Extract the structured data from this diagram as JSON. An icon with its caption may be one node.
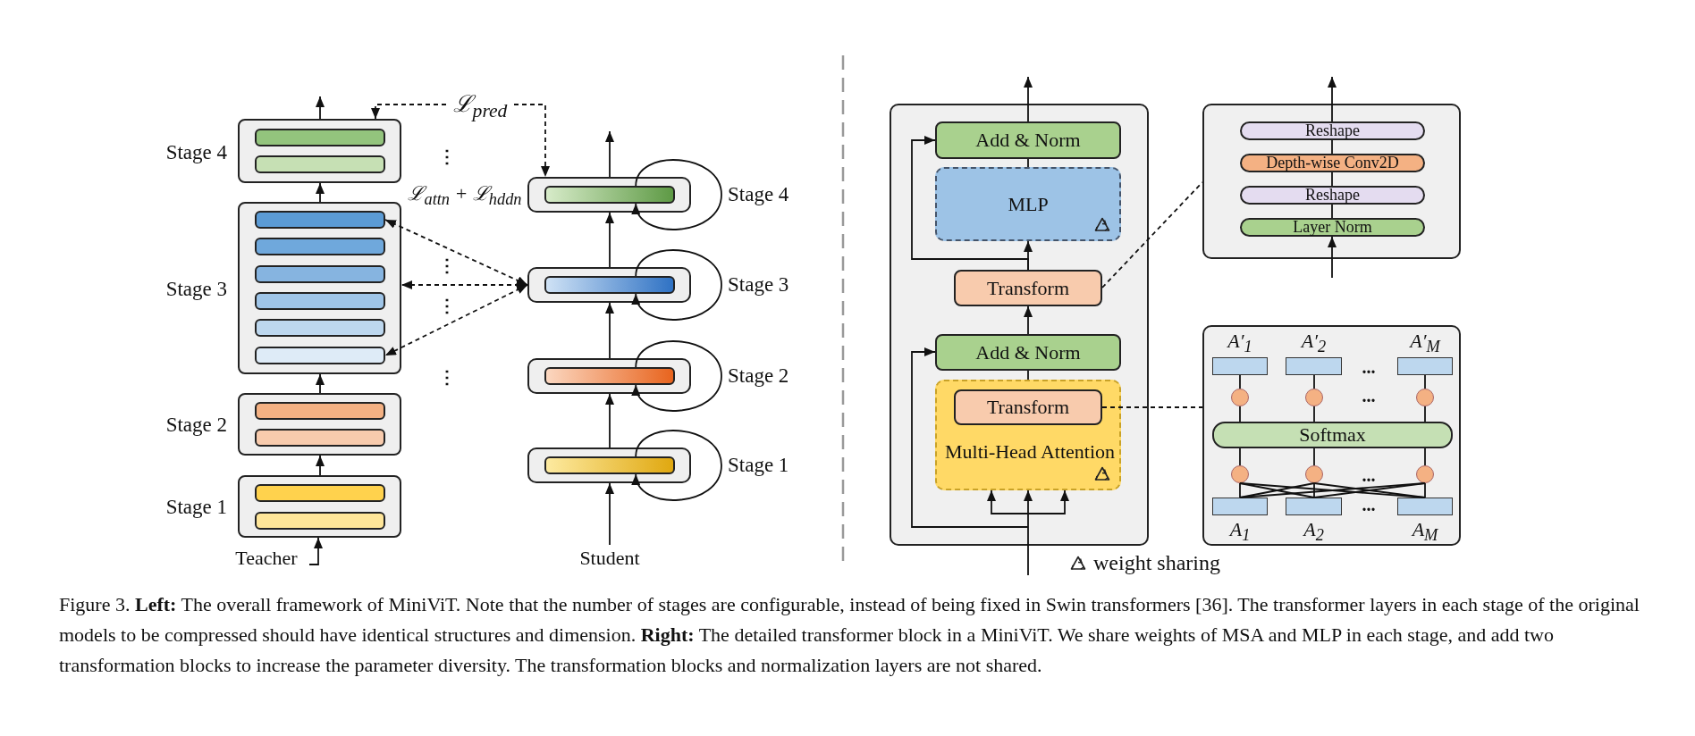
{
  "diagram": {
    "caption": "Figure 3. **Left:** The overall framework of MiniViT. Note that the number of stages are configurable, instead of being fixed in Swin transformers [36]. The transformer layers in each stage of the original models to be compressed should have identical structures and dimension. **Right:** The detailed transformer block in a MiniViT. We share weights of MSA and MLP in each stage, and add two transformation blocks to increase the parameter diversity. The transformation blocks and normalization layers are not shared.",
    "nodes": [
      {
        "text": [
          "Stage 4"
        ]
      },
      {
        "text": [],
        "shape": "bar",
        "in": 0
      },
      {
        "text": [],
        "shape": "bar",
        "in": 0
      },
      {
        "text": [
          "Stage 3"
        ]
      },
      {
        "text": [],
        "shape": "bar",
        "in": 3
      },
      {
        "text": [],
        "shape": "bar",
        "in": 3
      },
      {
        "text": [],
        "shape": "bar",
        "in": 3
      },
      {
        "text": [],
        "shape": "bar",
        "in": 3
      },
      {
        "text": [],
        "shape": "bar",
        "in": 3
      },
      {
        "text": [],
        "shape": "bar",
        "in": 3
      },
      {
        "text": [
          "Stage 2"
        ]
      },
      {
        "text": [],
        "shape": "bar",
        "in": 10
      },
      {
        "text": [],
        "shape": "bar",
        "in": 10
      },
      {
        "text": [
          "Stage 1"
        ]
      },
      {
        "text": [],
        "shape": "bar",
        "in": 13
      },
      {
        "text": [],
        "shape": "bar",
        "in": 13
      },
      {
        "text": [
          "Teacher"
        ]
      },
      {
        "text": [],
        "shape": "box",
        "beside": [
          "Stage 4"
        ]
      },
      {
        "text": [],
        "shape": "bar",
        "in": 17
      },
      {
        "text": [],
        "shape": "box",
        "beside": [
          "Stage 3"
        ]
      },
      {
        "text": [],
        "shape": "bar",
        "in": 19
      },
      {
        "text": [],
        "shape": "box",
        "beside": [
          "Stage 2"
        ]
      },
      {
        "text": [],
        "shape": "bar",
        "in": 21
      },
      {
        "text": [],
        "shape": "box",
        "beside": [
          "Stage 1"
        ]
      },
      {
        "text": [],
        "shape": "bar",
        "in": 23
      },
      {
        "text": [
          "Student"
        ]
      },
      {
        "text": [],
        "shape": "box"
      },
      {
        "text": [
          "Add & Norm"
        ],
        "in": 26
      },
      {
        "text": [
          "MLP"
        ],
        "in": 26
      },
      {
        "text": [
          "Transform"
        ],
        "in": 26
      },
      {
        "text": [
          "Add & Norm"
        ],
        "in": 26
      },
      {
        "text": [
          "Multi-Head Attention"
        ],
        "in": 26
      },
      {
        "text": [
          "Transform"
        ],
        "in": 31
      },
      {
        "text": [],
        "shape": "box"
      },
      {
        "text": [
          "Reshape"
        ],
        "in": 33
      },
      {
        "text": [
          "Depth-wise Conv2D"
        ],
        "in": 33
      },
      {
        "text": [
          "Reshape"
        ],
        "in": 33
      },
      {
        "text": [
          "Layer Norm"
        ],
        "in": 33
      },
      {
        "text": [],
        "shape": "box"
      },
      {
        "text": [
          "A′$_{1}$"
        ],
        "in": 38
      },
      {
        "text": [
          "A′$_{2}$"
        ],
        "in": 38
      },
      {
        "text": [
          "A′$_{M}$"
        ],
        "in": 38
      },
      {
        "text": [],
        "shape": "circle",
        "in": 38
      },
      {
        "text": [],
        "shape": "circle",
        "in": 38
      },
      {
        "text": [],
        "shape": "circle",
        "in": 38
      },
      {
        "text": [
          "Softmax"
        ],
        "in": 38
      },
      {
        "text": [],
        "shape": "circle",
        "in": 38
      },
      {
        "text": [],
        "shape": "circle",
        "in": 38
      },
      {
        "text": [],
        "shape": "circle",
        "in": 38
      },
      {
        "text": [
          "A$_{1}$"
        ],
        "in": 38
      },
      {
        "text": [
          "A$_{2}$"
        ],
        "in": 38
      },
      {
        "text": [
          "A$_{M}$"
        ],
        "in": 38
      }
    ],
    "edges": [
      {
        "from": 16,
        "to": 13,
        "arrow": "to"
      },
      {
        "from": 13,
        "to": 10,
        "arrow": "to"
      },
      {
        "from": 10,
        "to": 3,
        "arrow": "to"
      },
      {
        "from": 3,
        "to": 0,
        "arrow": "to"
      },
      {
        "from": 0,
        "to": null,
        "arrow": "to"
      },
      {
        "from": 25,
        "to": 23,
        "arrow": "to"
      },
      {
        "from": 23,
        "to": 21,
        "arrow": "to"
      },
      {
        "from": 21,
        "to": 19,
        "arrow": "to"
      },
      {
        "from": 19,
        "to": 17,
        "arrow": "to"
      },
      {
        "from": 17,
        "to": null,
        "arrow": "to"
      },
      {
        "from": 18,
        "to": 18,
        "arrow": "to"
      },
      {
        "from": 20,
        "to": 20,
        "arrow": "to"
      },
      {
        "from": 22,
        "to": 22,
        "arrow": "to"
      },
      {
        "from": 24,
        "to": 24,
        "arrow": "to"
      },
      {
        "from": 0,
        "to": 17,
        "arrow": "both",
        "style": "dashed",
        "label": "ℒ$_{pred}$"
      },
      {
        "from": 19,
        "to": 4,
        "arrow": "both",
        "style": "dashed",
        "label": "ℒ$_{attn}$ + ℒ$_{hddn}$"
      },
      {
        "from": 19,
        "to": 3,
        "arrow": "both",
        "style": "dashed"
      },
      {
        "from": 19,
        "to": 9,
        "arrow": "both",
        "style": "dashed"
      },
      {
        "from": null,
        "to": 31,
        "arrow": "to"
      },
      {
        "from": null,
        "to": 30,
        "arrow": "to"
      },
      {
        "from": 31,
        "to": 30,
        "arrow": "none"
      },
      {
        "from": 30,
        "to": 29,
        "arrow": "to"
      },
      {
        "from": 29,
        "to": 28,
        "arrow": "to"
      },
      {
        "from": 29,
        "to": 27,
        "arrow": "to"
      },
      {
        "from": 28,
        "to": 27,
        "arrow": "none"
      },
      {
        "from": 27,
        "to": null,
        "arrow": "to"
      },
      {
        "from": 29,
        "to": 33,
        "arrow": "none",
        "style": "dashed"
      },
      {
        "from": 32,
        "to": 38,
        "arrow": "none",
        "style": "dashed"
      },
      {
        "from": null,
        "to": 37,
        "arrow": "to"
      },
      {
        "from": 37,
        "to": 36,
        "arrow": "none"
      },
      {
        "from": 36,
        "to": 35,
        "arrow": "none"
      },
      {
        "from": 35,
        "to": 34,
        "arrow": "none"
      },
      {
        "from": 34,
        "to": null,
        "arrow": "to"
      },
      {
        "from": 49,
        "to": 46,
        "arrow": "none"
      },
      {
        "from": 49,
        "to": 47,
        "arrow": "none"
      },
      {
        "from": 49,
        "to": 48,
        "arrow": "none"
      },
      {
        "from": 50,
        "to": 46,
        "arrow": "none"
      },
      {
        "from": 50,
        "to": 47,
        "arrow": "none"
      },
      {
        "from": 50,
        "to": 48,
        "arrow": "none"
      },
      {
        "from": 51,
        "to": 46,
        "arrow": "none"
      },
      {
        "from": 51,
        "to": 47,
        "arrow": "none"
      },
      {
        "from": 51,
        "to": 48,
        "arrow": "none"
      },
      {
        "from": 46,
        "to": 45,
        "arrow": "none"
      },
      {
        "from": 47,
        "to": 45,
        "arrow": "none"
      },
      {
        "from": 48,
        "to": 45,
        "arrow": "none"
      },
      {
        "from": 45,
        "to": 42,
        "arrow": "none"
      },
      {
        "from": 45,
        "to": 43,
        "arrow": "none"
      },
      {
        "from": 45,
        "to": 44,
        "arrow": "none"
      },
      {
        "from": 42,
        "to": 39,
        "arrow": "none"
      },
      {
        "from": 43,
        "to": 40,
        "arrow": "none"
      },
      {
        "from": 44,
        "to": 41,
        "arrow": "none"
      }
    ],
    "labels": [
      "⋮",
      "⋮",
      "⋮",
      "⋮",
      "...",
      "...",
      "...",
      "..."
    ],
    "legend": [
      {
        "text": "weight sharing"
      }
    ]
  }
}
